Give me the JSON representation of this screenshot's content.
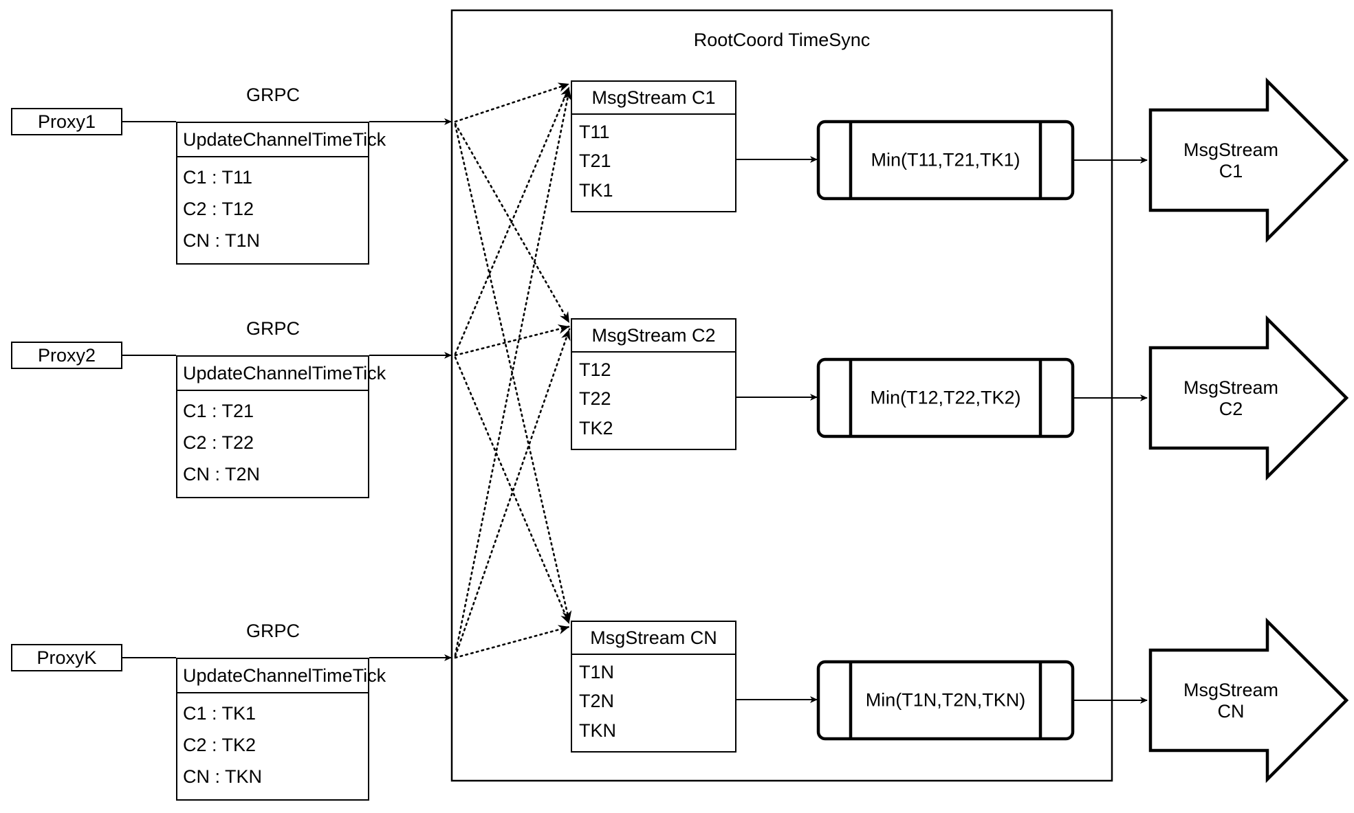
{
  "diagram": {
    "container_title": "RootCoord TimeSync",
    "grpc_label": "GRPC"
  },
  "rows": [
    {
      "proxy": "Proxy1",
      "grpc": "GRPC",
      "request_title": "UpdateChannelTimeTick",
      "request_entries": [
        "C1 :  T11",
        "C2 :  T12",
        "CN : T1N"
      ],
      "msgstream_title": "MsgStream C1",
      "msgstream_entries": [
        "T11",
        "T21",
        "TK1"
      ],
      "min_label": "Min(T11,T21,TK1)",
      "output_label": "MsgStream C1"
    },
    {
      "proxy": "Proxy2",
      "grpc": "GRPC",
      "request_title": "UpdateChannelTimeTick",
      "request_entries": [
        "C1 :  T21",
        "C2 :  T22",
        "CN : T2N"
      ],
      "msgstream_title": "MsgStream C2",
      "msgstream_entries": [
        "T12",
        "T22",
        "TK2"
      ],
      "min_label": "Min(T12,T22,TK2)",
      "output_label": "MsgStream C2"
    },
    {
      "proxy": "ProxyK",
      "grpc": "GRPC",
      "request_title": "UpdateChannelTimeTick",
      "request_entries": [
        "C1 :  TK1",
        "C2 :  TK2",
        "CN : TKN"
      ],
      "msgstream_title": "MsgStream CN",
      "msgstream_entries": [
        "T1N",
        "T2N",
        "TKN"
      ],
      "min_label": "Min(T1N,T2N,TKN)",
      "output_label": "MsgStream CN"
    }
  ],
  "colors": {
    "stroke": "#000000",
    "background": "#ffffff"
  }
}
